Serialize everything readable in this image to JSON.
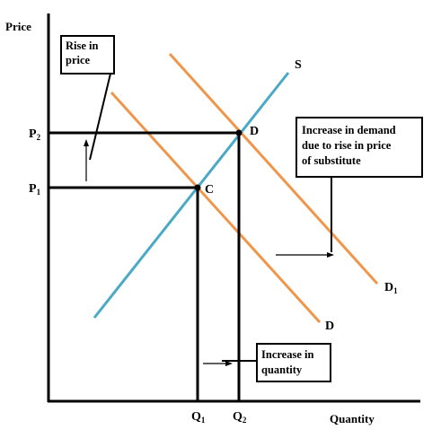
{
  "axes": {
    "y_label": "Price",
    "x_label": "Quantity"
  },
  "price_levels": [
    {
      "label": "P",
      "sub": "1"
    },
    {
      "label": "P",
      "sub": "2"
    }
  ],
  "quantity_levels": [
    {
      "label": "Q",
      "sub": "1"
    },
    {
      "label": "Q",
      "sub": "2"
    }
  ],
  "curves": {
    "supply": {
      "label": "S",
      "color": "#4aaac6"
    },
    "demand_original": {
      "label": "D",
      "color": "#f0964a"
    },
    "demand_new": {
      "label": "D",
      "sub": "1",
      "color": "#f0964a"
    }
  },
  "points": {
    "original_equilibrium": "C",
    "new_equilibrium": "D"
  },
  "annotations": {
    "price_rise": [
      "Rise in",
      "price"
    ],
    "demand_increase": [
      "Increase in demand",
      "due to rise in price",
      "of substitute"
    ],
    "quantity_increase": [
      "Increase in",
      "quantity"
    ]
  }
}
